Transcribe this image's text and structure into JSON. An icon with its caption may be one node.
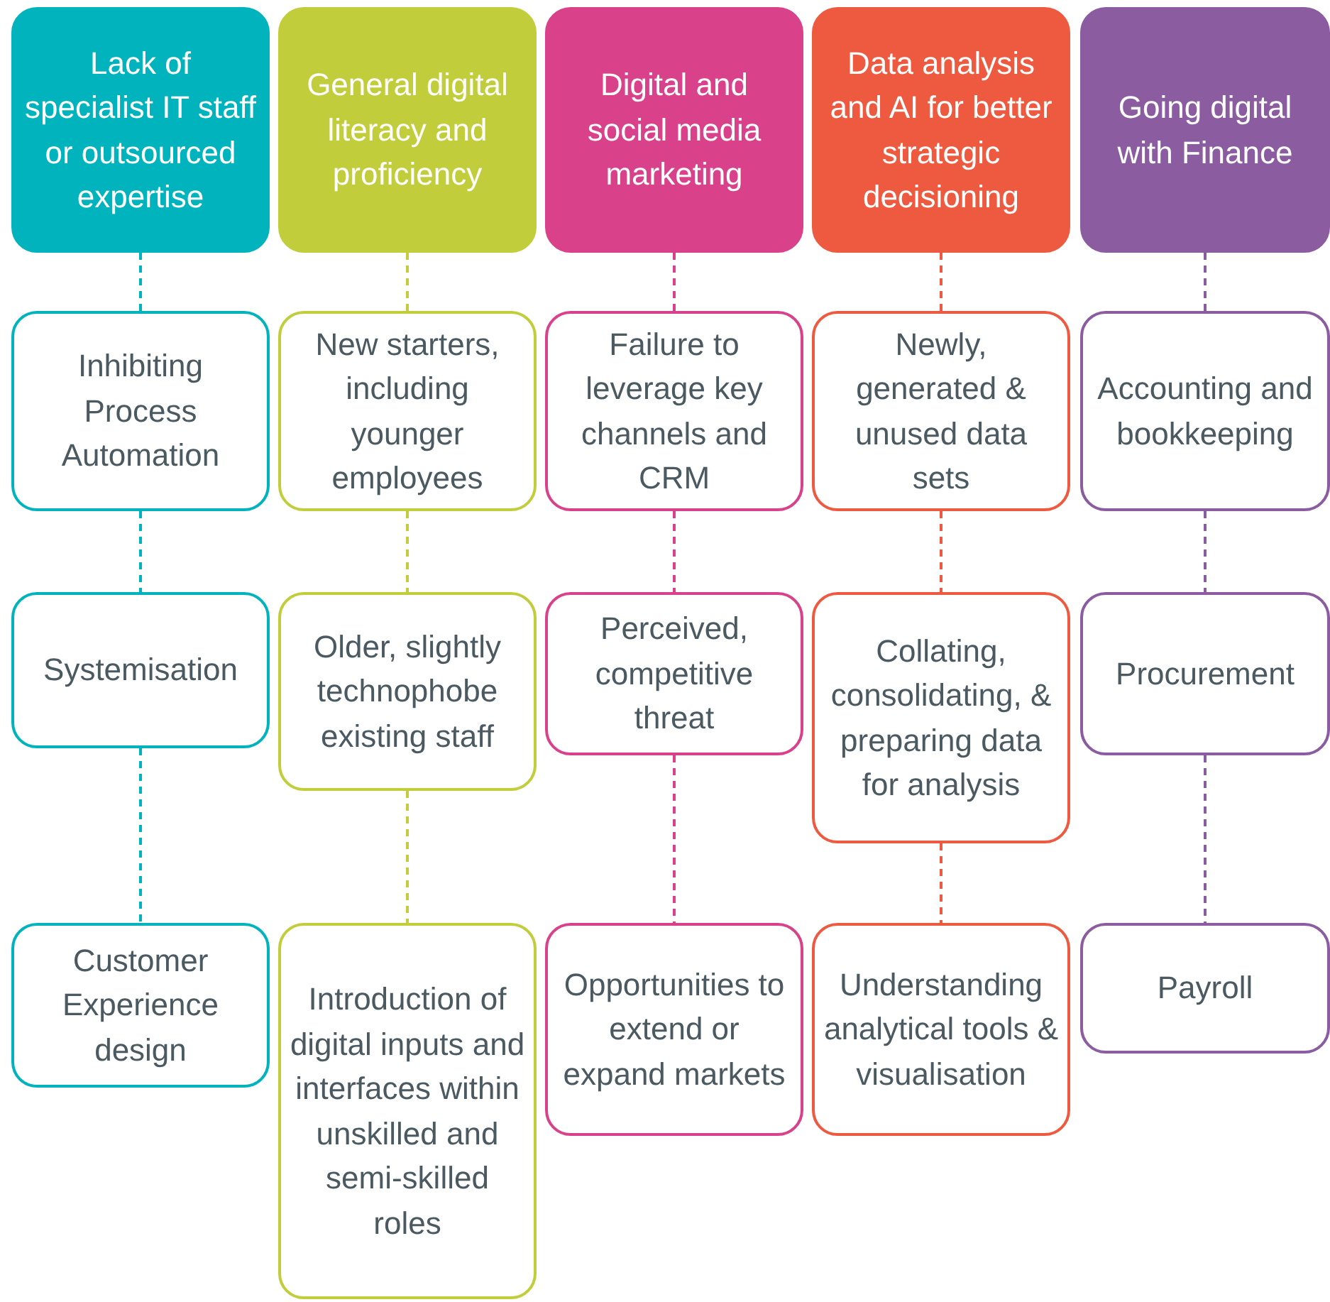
{
  "diagram": {
    "nodes": [
      {
        "text": [
          "Lack of specialist IT staff or outsourced expertise"
        ]
      },
      {
        "text": [
          "General digital literacy and proficiency"
        ]
      },
      {
        "text": [
          "Digital and social media marketing"
        ]
      },
      {
        "text": [
          "Data analysis and AI for better strategic decisioning"
        ]
      },
      {
        "text": [
          "Going digital with Finance"
        ]
      },
      {
        "text": [
          "Inhibiting Process Automation"
        ]
      },
      {
        "text": [
          "New starters, including younger employees"
        ]
      },
      {
        "text": [
          "Failure to leverage key channels and CRM"
        ]
      },
      {
        "text": [
          "Newly, generated & unused data sets"
        ]
      },
      {
        "text": [
          "Accounting and bookkeeping"
        ]
      },
      {
        "text": [
          "Systemisation"
        ]
      },
      {
        "text": [
          "Older, slightly technophobe existing staff"
        ]
      },
      {
        "text": [
          "Perceived, competitive threat"
        ]
      },
      {
        "text": [
          "Collating, consolidating, & preparing data for analysis"
        ]
      },
      {
        "text": [
          "Procurement"
        ]
      },
      {
        "text": [
          "Customer Experience design"
        ]
      },
      {
        "text": [
          "Introduction of digital inputs and interfaces within unskilled and semi-skilled roles"
        ]
      },
      {
        "text": [
          "Opportunities to extend or expand markets"
        ]
      },
      {
        "text": [
          "Understanding analytical tools & visualisation"
        ]
      },
      {
        "text": [
          "Payroll"
        ]
      }
    ],
    "edges": [
      {
        "from": 0,
        "to": 5,
        "arrow": "none",
        "style": "dashed",
        "color": "#00b3bd"
      },
      {
        "from": 1,
        "to": 6,
        "arrow": "none",
        "style": "dashed",
        "color": "#c1cd3a"
      },
      {
        "from": 2,
        "to": 7,
        "arrow": "none",
        "style": "dashed",
        "color": "#d9428a"
      },
      {
        "from": 3,
        "to": 8,
        "arrow": "none",
        "style": "dashed",
        "color": "#ee5a40"
      },
      {
        "from": 4,
        "to": 9,
        "arrow": "none",
        "style": "dashed",
        "color": "#8b5ca0"
      },
      {
        "from": 5,
        "to": 10,
        "arrow": "none",
        "style": "dashed",
        "color": "#00b3bd"
      },
      {
        "from": 6,
        "to": 11,
        "arrow": "none",
        "style": "dashed",
        "color": "#c1cd3a"
      },
      {
        "from": 7,
        "to": 12,
        "arrow": "none",
        "style": "dashed",
        "color": "#d9428a"
      },
      {
        "from": 8,
        "to": 13,
        "arrow": "none",
        "style": "dashed",
        "color": "#ee5a40"
      },
      {
        "from": 9,
        "to": 14,
        "arrow": "none",
        "style": "dashed",
        "color": "#8b5ca0"
      },
      {
        "from": 10,
        "to": 15,
        "arrow": "none",
        "style": "dashed",
        "color": "#00b3bd"
      },
      {
        "from": 11,
        "to": 16,
        "arrow": "none",
        "style": "dashed",
        "color": "#c1cd3a"
      },
      {
        "from": 12,
        "to": 17,
        "arrow": "none",
        "style": "dashed",
        "color": "#d9428a"
      },
      {
        "from": 13,
        "to": 18,
        "arrow": "none",
        "style": "dashed",
        "color": "#ee5a40"
      },
      {
        "from": 14,
        "to": 19,
        "arrow": "none",
        "style": "dashed",
        "color": "#8b5ca0"
      }
    ]
  }
}
